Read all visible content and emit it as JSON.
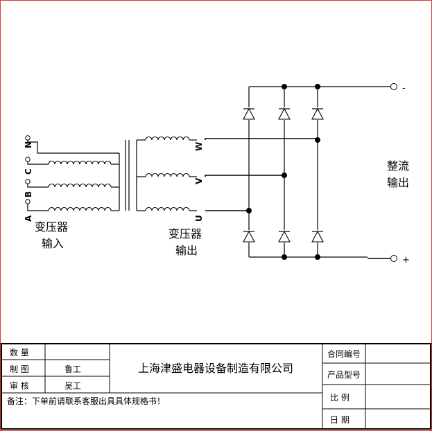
{
  "diagram": {
    "input_terminals": [
      "N",
      "C",
      "B",
      "A"
    ],
    "output_phases": [
      "W",
      "V",
      "U"
    ],
    "input_label_line1": "变压器",
    "input_label_line2": "输入",
    "output_label_line1": "变压器",
    "output_label_line2": "输出",
    "rectifier_label_line1": "整流",
    "rectifier_label_line2": "输出",
    "dc_negative": "-",
    "dc_positive": "+"
  },
  "title_block": {
    "quantity_label": "数    量",
    "drawing_label": "制    图",
    "drawing_value": "鲁工",
    "review_label": "审    核",
    "review_value": "吴工",
    "company": "上海津盛电器设备制造有限公司",
    "note": "备注：下单前请联系客服出具具体规格书！",
    "contract_label": "合同编号",
    "model_label": "产品型号",
    "scale_label": "比    例",
    "date_label": "日    期"
  },
  "colors": {
    "frame": "#d63a3a",
    "line": "#000000"
  }
}
